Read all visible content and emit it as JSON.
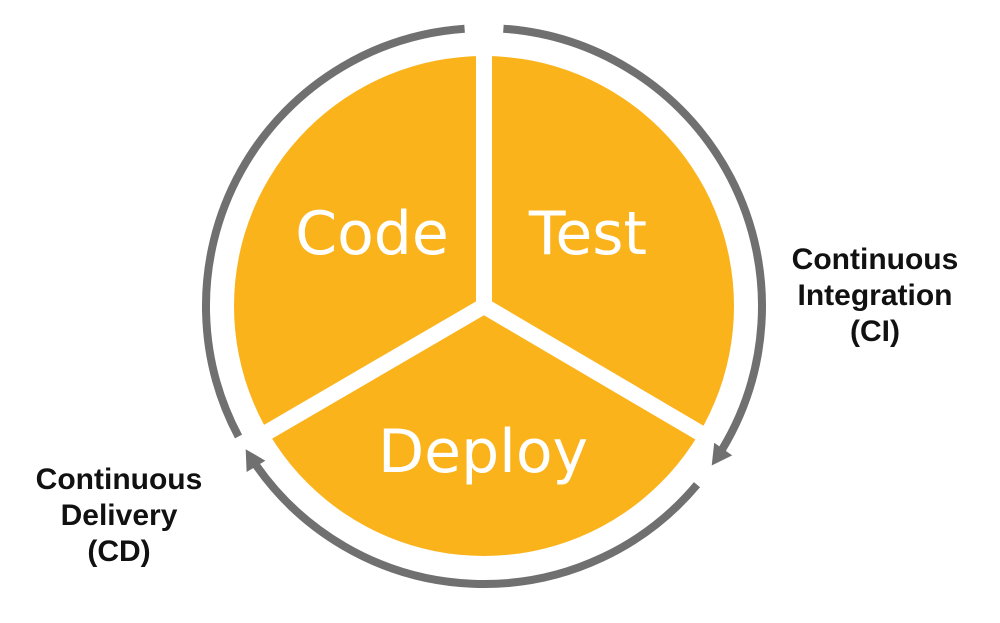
{
  "segments": [
    {
      "key": "code",
      "label": "Code"
    },
    {
      "key": "test",
      "label": "Test"
    },
    {
      "key": "deploy",
      "label": "Deploy"
    }
  ],
  "ci_label": {
    "line1": "Continuous",
    "line2": "Integration",
    "line3": "(CI)"
  },
  "cd_label": {
    "line1": "Continuous",
    "line2": "Delivery",
    "line3": "(CD)"
  },
  "colors": {
    "segment_fill": "#FBB31C",
    "ring": "#707070",
    "divider": "#FFFFFF",
    "segment_text": "#FFFFFF",
    "side_text": "#111111"
  },
  "icons": {
    "ci_arrow": "arrowhead-down-icon",
    "cd_arrow": "arrowhead-up-icon"
  }
}
